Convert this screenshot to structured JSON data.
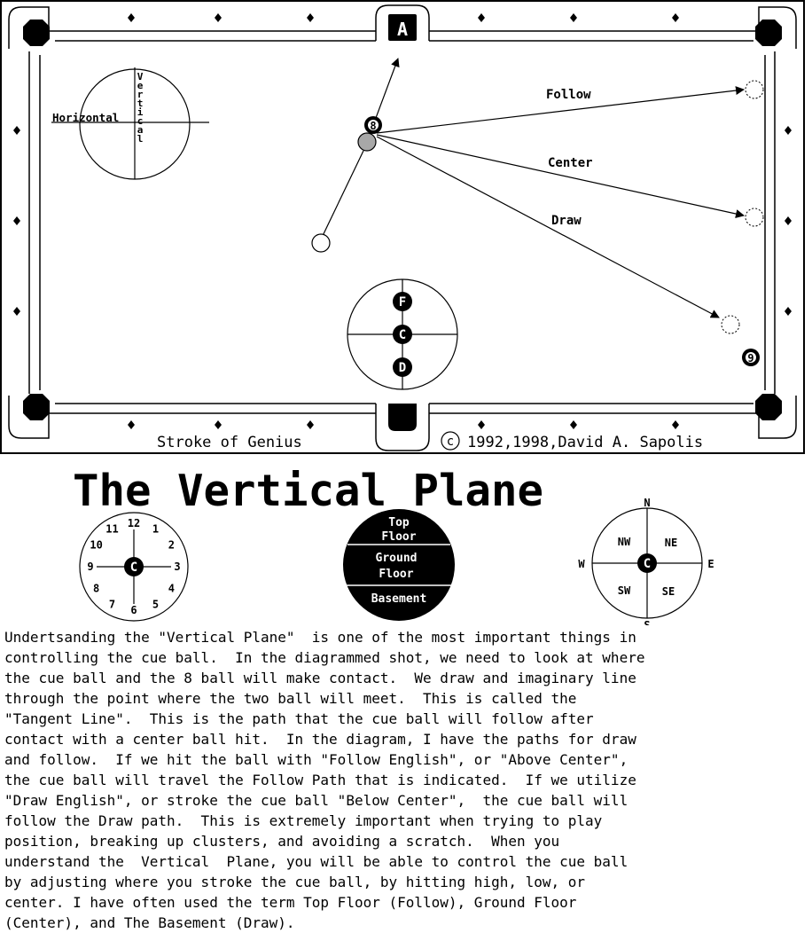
{
  "table": {
    "pocket_label": "A",
    "footer_left": "Stroke of Genius",
    "copyright_symbol": "c",
    "footer_right": "1992,1998,David A. Sapolis",
    "vertical_horizontal_diagram": {
      "horizontal_label": "Horizontal",
      "vertical_letters": [
        "V",
        "e",
        "r",
        "t",
        "i",
        "c",
        "a",
        "l"
      ]
    },
    "paths": {
      "follow_label": "Follow",
      "center_label": "Center",
      "draw_label": "Draw"
    },
    "balls": {
      "eight_label": "8",
      "nine_label": "9"
    },
    "cue_ball_targets": {
      "follow": "F",
      "center": "C",
      "draw": "D"
    }
  },
  "title": "The Vertical Plane",
  "clock": {
    "center": "C",
    "hours": [
      "12",
      "1",
      "2",
      "3",
      "4",
      "5",
      "6",
      "7",
      "8",
      "9",
      "10",
      "11"
    ]
  },
  "floors": {
    "top": [
      "Top",
      "Floor"
    ],
    "ground": [
      "Ground",
      "Floor"
    ],
    "basement": "Basement"
  },
  "compass": {
    "center": "C",
    "n": "N",
    "s": "S",
    "e": "E",
    "w": "W",
    "ne": "NE",
    "nw": "NW",
    "se": "SE",
    "sw": "SW"
  },
  "paragraph": "Undertsanding the \"Vertical Plane\"  is one of the most important things in\ncontrolling the cue ball.  In the diagrammed shot, we need to look at where\nthe cue ball and the 8 ball will make contact.  We draw and imaginary line\nthrough the point where the two ball will meet.  This is called the\n\"Tangent Line\".  This is the path that the cue ball will follow after\ncontact with a center ball hit.  In the diagram, I have the paths for draw\nand follow.  If we hit the ball with \"Follow English\", or \"Above Center\",\nthe cue ball will travel the Follow Path that is indicated.  If we utilize\n\"Draw English\", or stroke the cue ball \"Below Center\",  the cue ball will\nfollow the Draw path.  This is extremely important when trying to play\nposition, breaking up clusters, and avoiding a scratch.  When you\nunderstand the  Vertical  Plane, you will be able to control the cue ball\nby adjusting where you stroke the cue ball, by hitting high, low, or\ncenter. I have often used the term Top Floor (Follow), Ground Floor\n(Center), and The Basement (Draw)."
}
